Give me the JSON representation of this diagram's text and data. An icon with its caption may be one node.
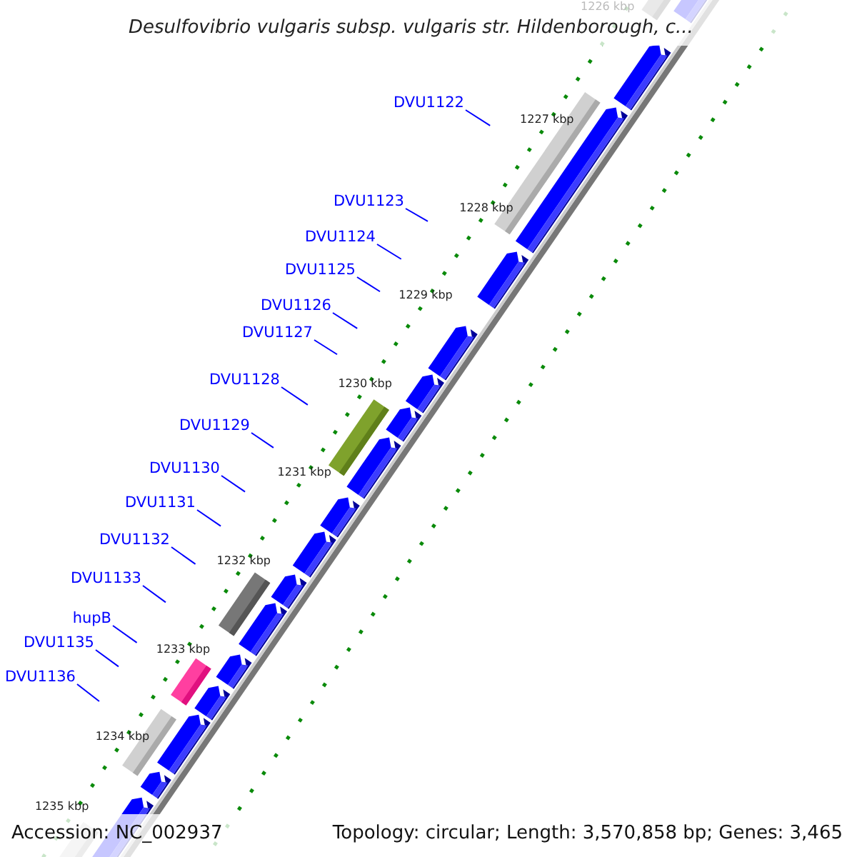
{
  "diagram": {
    "title": "Desulfovibrio vulgaris subsp. vulgaris str. Hildenborough, c...",
    "nodes": [
      {
        "text": [
          "DVU1122"
        ]
      },
      {
        "text": [
          "DVU1123"
        ]
      },
      {
        "text": [
          "DVU1124"
        ]
      },
      {
        "text": [
          "DVU1125"
        ]
      },
      {
        "text": [
          "DVU1126"
        ]
      },
      {
        "text": [
          "DVU1127"
        ]
      },
      {
        "text": [
          "DVU1128"
        ]
      },
      {
        "text": [
          "DVU1129"
        ]
      },
      {
        "text": [
          "DVU1130"
        ]
      },
      {
        "text": [
          "DVU1131"
        ]
      },
      {
        "text": [
          "DVU1132"
        ]
      },
      {
        "text": [
          "DVU1133"
        ]
      },
      {
        "text": [
          "hupB"
        ]
      },
      {
        "text": [
          "DVU1135"
        ]
      },
      {
        "text": [
          "DVU1136"
        ]
      }
    ],
    "edges": [
      {
        "from": 0,
        "to": null,
        "arrow": "none"
      },
      {
        "from": 1,
        "to": null,
        "arrow": "none"
      },
      {
        "from": 2,
        "to": null,
        "arrow": "none"
      },
      {
        "from": 3,
        "to": null,
        "arrow": "none"
      },
      {
        "from": 4,
        "to": null,
        "arrow": "none"
      },
      {
        "from": 5,
        "to": null,
        "arrow": "none"
      },
      {
        "from": 6,
        "to": null,
        "arrow": "none"
      },
      {
        "from": 7,
        "to": null,
        "arrow": "none"
      },
      {
        "from": 8,
        "to": null,
        "arrow": "none"
      },
      {
        "from": 9,
        "to": null,
        "arrow": "none"
      },
      {
        "from": 10,
        "to": null,
        "arrow": "none"
      },
      {
        "from": 11,
        "to": null,
        "arrow": "none"
      },
      {
        "from": 12,
        "to": null,
        "arrow": "none"
      },
      {
        "from": 13,
        "to": null,
        "arrow": "none"
      },
      {
        "from": 14,
        "to": null,
        "arrow": "none"
      }
    ],
    "labels": [
      "1226 kbp",
      "1227 kbp",
      "1228 kbp",
      "1229 kbp",
      "1230 kbp",
      "1231 kbp",
      "1232 kbp",
      "1233 kbp",
      "1234 kbp",
      "1235 kbp",
      "Accession: NC_002937",
      "Topology: circular; Length: 3,570,858 bp; Genes: 3,465"
    ]
  }
}
